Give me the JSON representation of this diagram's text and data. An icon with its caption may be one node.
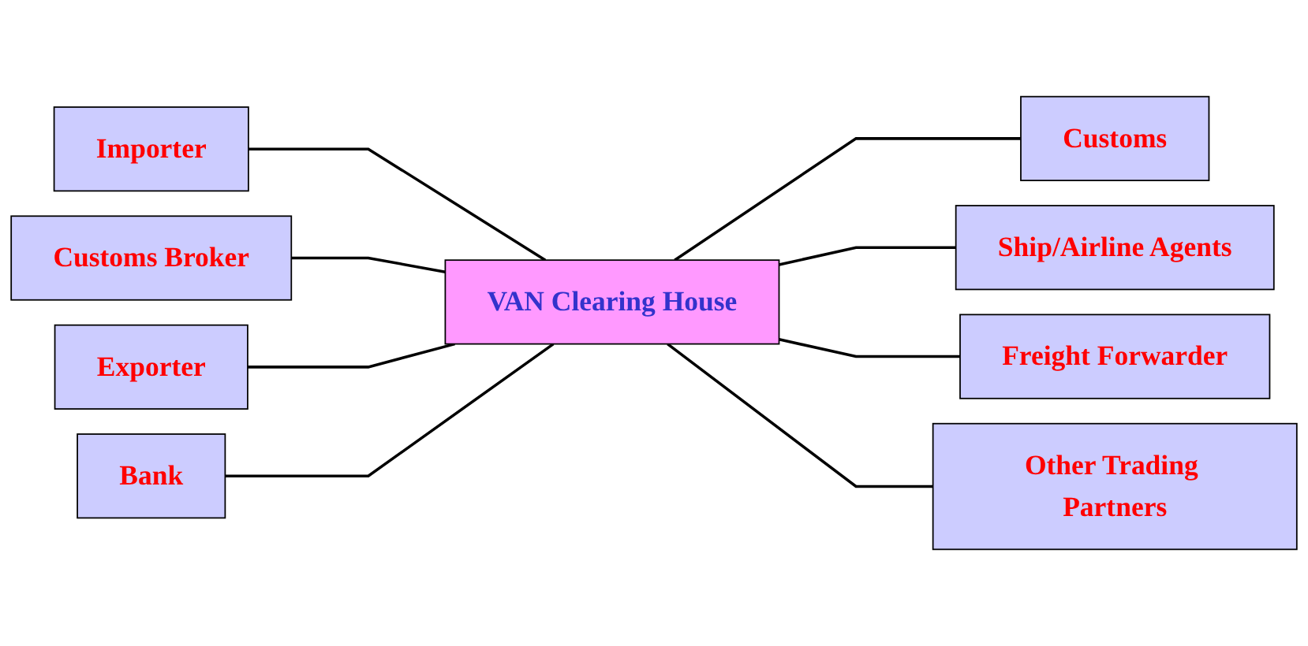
{
  "diagram": {
    "nodes": [
      {
        "text": [
          "Importer"
        ]
      },
      {
        "text": [
          "Customs"
        ]
      },
      {
        "text": [
          "Customs Broker"
        ]
      },
      {
        "text": [
          "VAN Clearing House"
        ]
      },
      {
        "text": [
          "Ship/Airline Agents"
        ]
      },
      {
        "text": [
          "Exporter"
        ]
      },
      {
        "text": [
          "Freight Forwarder"
        ]
      },
      {
        "text": [
          "Bank"
        ]
      },
      {
        "text": [
          "Other Trading Partners"
        ]
      }
    ],
    "edges": [
      {
        "from": 0,
        "to": 3,
        "arrow": "none"
      },
      {
        "from": 3,
        "to": 1,
        "arrow": "none"
      },
      {
        "from": 2,
        "to": 3,
        "arrow": "none"
      },
      {
        "from": 3,
        "to": 4,
        "arrow": "none"
      },
      {
        "from": 5,
        "to": 3,
        "arrow": "none"
      },
      {
        "from": 3,
        "to": 6,
        "arrow": "none"
      },
      {
        "from": 7,
        "to": 3,
        "arrow": "none"
      },
      {
        "from": 3,
        "to": 8,
        "arrow": "none"
      }
    ]
  }
}
